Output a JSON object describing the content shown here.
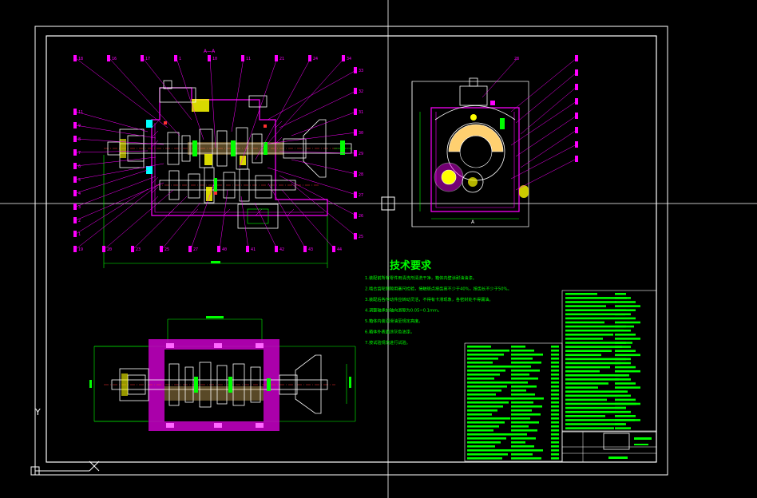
{
  "drawing": {
    "section_label": "A—A",
    "side_label": "A",
    "tech_title": "技术要求",
    "tech_lines": [
      "1.装配前所有零件用清洗剂清洗干净，箱体内壁涂耐油油漆。",
      "2.啮合齿轮侧隙用塞尺检验，接触斑点按齿高不少于40%，按齿长不少于50%。",
      "3.装配后各传动件应转动灵活，不得有卡滞现象，各密封处不得漏油。",
      "4.调整轴承的轴向游隙为0.05~0.1mm。",
      "5.箱体内装润滑油至规定高度。",
      "6.箱体外表面涂灰色油漆。",
      "7.按试验规范进行试验。"
    ],
    "top_callouts": [
      "18",
      "16",
      "17",
      "1",
      "10",
      "11",
      "21",
      "24",
      "34"
    ],
    "left_callouts": [
      "11",
      "9",
      "8",
      "7",
      "6",
      "5",
      "4",
      "3",
      "2",
      "1"
    ],
    "bottom_callouts": [
      "19",
      "20",
      "23",
      "25",
      "27",
      "40",
      "41",
      "42",
      "43",
      "44"
    ],
    "right_callouts": [
      "33",
      "32",
      "31",
      "30",
      "29",
      "28",
      "27",
      "26",
      "25"
    ],
    "side_view_callout": "28"
  },
  "colors": {
    "background": "#000000",
    "frame": "#ffffff",
    "callout": "#ff00ff",
    "dimension": "#00ff00",
    "green_text": "#00ff00",
    "hatch": "#ff00ff",
    "yellow": "#ffff00",
    "red": "#ff3030",
    "cyan": "#00ffff",
    "section_fill": "#ffd070"
  },
  "icons": [
    "ucs-axis-icon",
    "crosshair-cursor-icon"
  ],
  "ucs": {
    "y_label": "Y"
  }
}
